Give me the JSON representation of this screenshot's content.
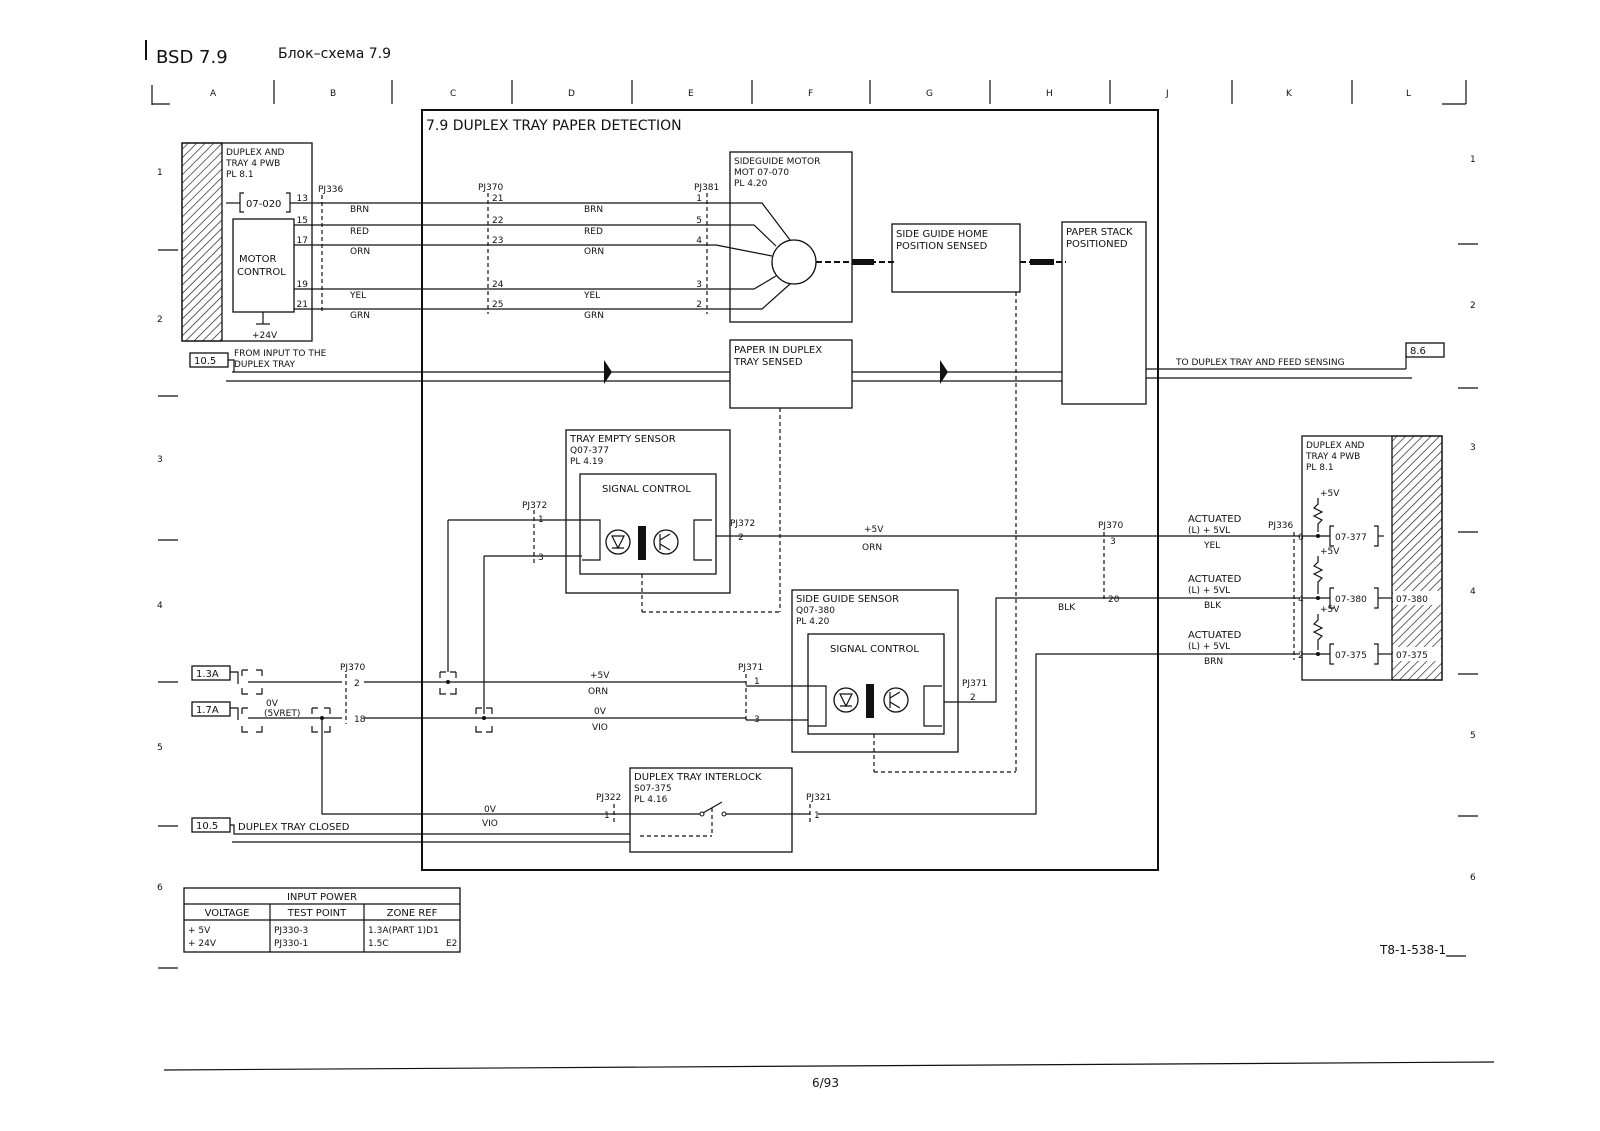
{
  "header": {
    "bsd_code": "BSD 7.9",
    "subtitle": "Блок–схема 7.9"
  },
  "grid": {
    "columns": [
      "A",
      "B",
      "C",
      "D",
      "E",
      "F",
      "G",
      "H",
      "J",
      "K",
      "L"
    ],
    "rows": [
      "1",
      "2",
      "3",
      "4",
      "5",
      "6"
    ]
  },
  "main_block": {
    "title": "7.9 DUPLEX TRAY PAPER DETECTION"
  },
  "pwb_left": {
    "line1": "DUPLEX AND",
    "line2": "TRAY 4 PWB",
    "line3": "PL 8.1",
    "code": "07-020",
    "motor_control_1": "MOTOR",
    "motor_control_2": "CONTROL",
    "power": "+24V"
  },
  "pwb_right": {
    "line1": "DUPLEX AND",
    "line2": "TRAY 4 PWB",
    "line3": "PL 8.1"
  },
  "connectors": {
    "pj336": "PJ336",
    "pj370": "PJ370",
    "pj381": "PJ381",
    "pj372": "PJ372",
    "pj371": "PJ371",
    "pj322": "PJ322",
    "pj321": "PJ321"
  },
  "motor_wires": [
    {
      "pin_pwb": "13",
      "color": "BRN",
      "pin_mid": "21",
      "pin_motor": "1"
    },
    {
      "pin_pwb": "15",
      "color": "RED",
      "pin_mid": "22",
      "pin_motor": "5"
    },
    {
      "pin_pwb": "17",
      "color": "ORN",
      "pin_mid": "23",
      "pin_motor": "4"
    },
    {
      "pin_pwb": "19",
      "color": "YEL",
      "pin_mid": "24",
      "pin_motor": "3"
    },
    {
      "pin_pwb": "21",
      "color": "GRN",
      "pin_mid": "25",
      "pin_motor": "2"
    }
  ],
  "sideguide_motor": {
    "line1": "SIDEGUIDE MOTOR",
    "line2": "MOT 07-070",
    "line3": "PL 4.20"
  },
  "home_sensed": {
    "line1": "SIDE GUIDE HOME",
    "line2": "POSITION SENSED"
  },
  "paper_stack": {
    "line1": "PAPER STACK",
    "line2": "POSITIONED"
  },
  "paper_in_duplex": {
    "line1": "PAPER IN DUPLEX",
    "line2": "TRAY SENSED"
  },
  "refs": {
    "from_input_ref": "10.5",
    "from_input_1": "FROM INPUT TO THE",
    "from_input_2": "DUPLEX TRAY",
    "to_duplex_ref": "8.6",
    "to_duplex": "TO DUPLEX TRAY AND FEED SENSING",
    "ref_13a": "1.3A",
    "ref_17a": "1.7A",
    "closed_ref": "10.5",
    "closed": "DUPLEX TRAY CLOSED"
  },
  "tray_empty": {
    "line1": "TRAY EMPTY SENSOR",
    "line2": "Q07-377",
    "line3": "PL 4.19",
    "signal": "SIGNAL CONTROL",
    "pin_a": "1",
    "pin_b": "3",
    "pin_out": "2"
  },
  "side_guide_sensor": {
    "line1": "SIDE GUIDE SENSOR",
    "line2": "Q07-380",
    "line3": "PL 4.20",
    "signal": "SIGNAL CONTROL",
    "pin_a": "1",
    "pin_b": "3",
    "pin_out": "2"
  },
  "interlock": {
    "line1": "DUPLEX TRAY INTERLOCK",
    "line2": "S07-375",
    "line3": "PL 4.16",
    "pin_in": "1",
    "pin_out": "1"
  },
  "signals": {
    "v5": "+5V",
    "orn": "ORN",
    "blk": "BLK",
    "zero_v": "0V",
    "vio": "VIO",
    "zero_v_5vret": "0V",
    "five_v_ret": "(5VRET)",
    "pin2": "2",
    "pin18": "18",
    "pj370_3": "3",
    "pj370_20": "20",
    "pj336_6": "6",
    "pj336_4": "4",
    "pj336_2": "2"
  },
  "outputs": [
    {
      "label1": "ACTUATED",
      "label2": "(L) + 5VL",
      "color": "YEL",
      "code": "07-377"
    },
    {
      "label1": "ACTUATED",
      "label2": "(L) + 5VL",
      "color": "BLK",
      "code": "07-380",
      "outer": "07-380"
    },
    {
      "label1": "ACTUATED",
      "label2": "(L) + 5VL",
      "color": "BRN",
      "code": "07-375",
      "outer": "07-375"
    }
  ],
  "plus5v": "+5V",
  "input_power": {
    "title": "INPUT POWER",
    "headers": [
      "VOLTAGE",
      "TEST POINT",
      "ZONE REF"
    ],
    "rows": [
      [
        "+ 5V",
        "PJ330-3",
        "1.3A(PART 1)D1"
      ],
      [
        "+ 24V",
        "PJ330-1",
        "1.5C",
        "E2"
      ]
    ]
  },
  "drawing_id": "T8-1-538-1",
  "page_number": "6/93"
}
